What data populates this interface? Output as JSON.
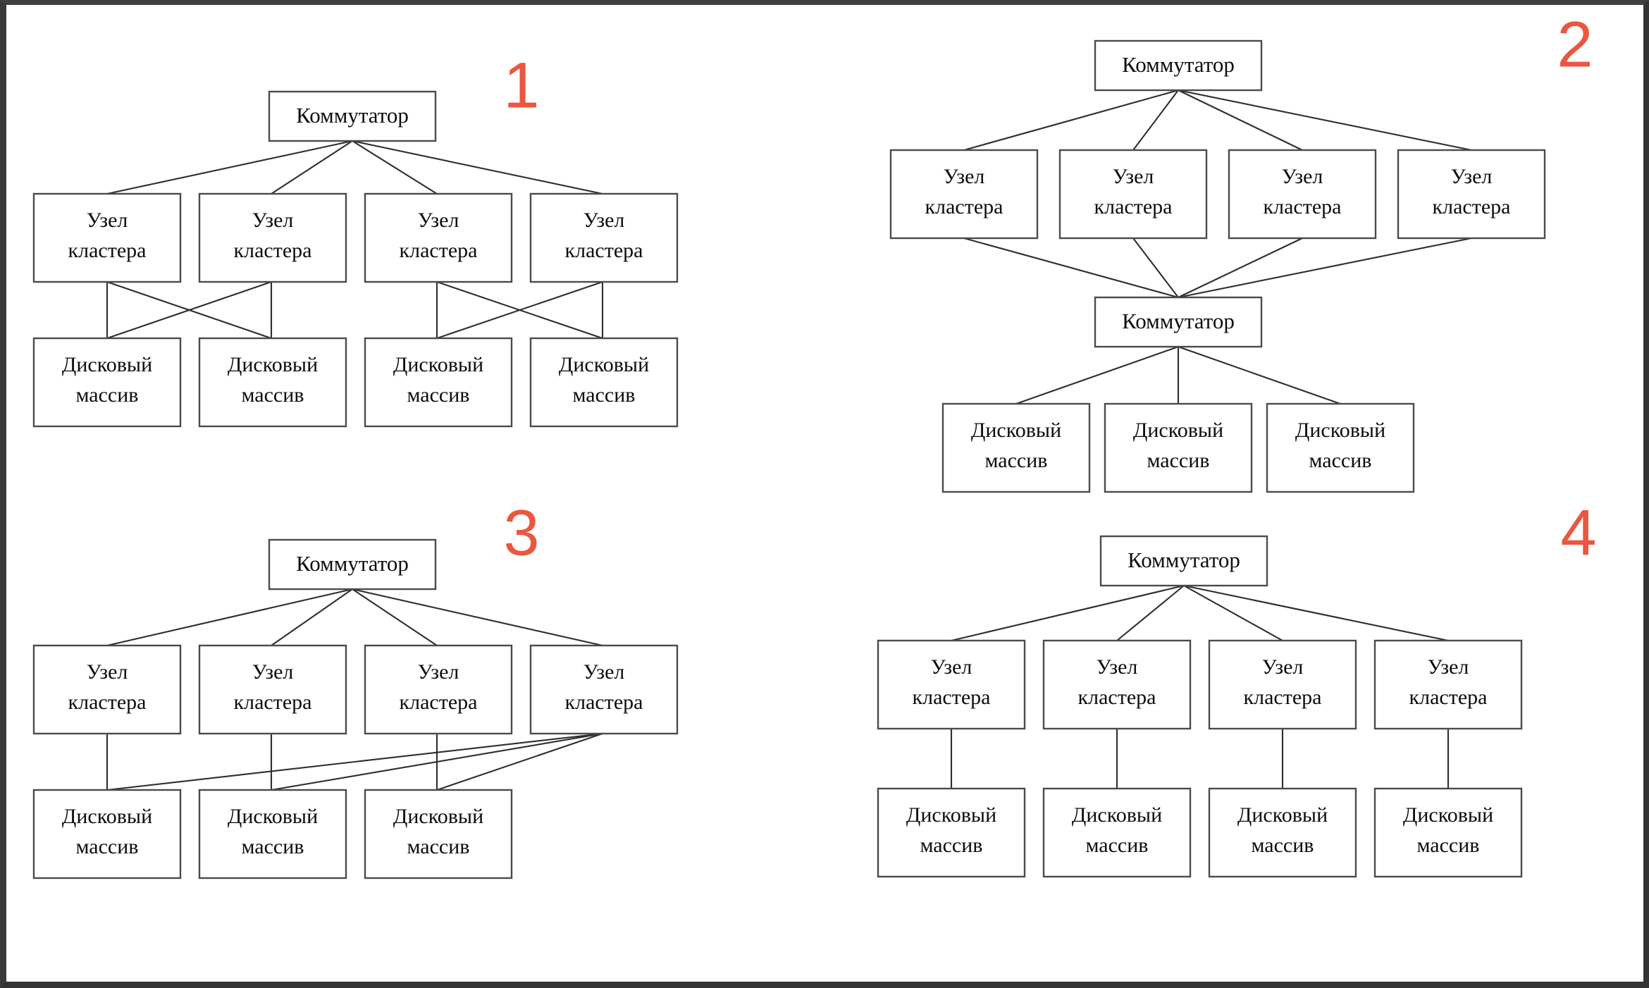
{
  "labels": {
    "switch": "Коммутатор",
    "cluster_node_line1": "Узел",
    "cluster_node_line2": "кластера",
    "disk_array_line1": "Дисковый",
    "disk_array_line2": "массив"
  },
  "colors": {
    "number": "#ea5740",
    "box_stroke": "#4b4b4b",
    "line": "#2e2e2e",
    "background": "#ffffff",
    "frame": "#3a3a3a"
  },
  "panels": [
    {
      "number": "1",
      "description": "Один коммутатор, четыре узла кластера, четыре дисковых массива с перекрёстными связями",
      "switches": 1,
      "cluster_nodes": 4,
      "disk_arrays": 4,
      "topology": "switch-to-all-nodes; nodes cross-connected in pairs to disk arrays"
    },
    {
      "number": "2",
      "description": "Два коммутатора, четыре узла кластера, три дисковых массива",
      "switches": 2,
      "cluster_nodes": 4,
      "disk_arrays": 3,
      "topology": "top switch to all nodes; all nodes to bottom switch; bottom switch to all disk arrays"
    },
    {
      "number": "3",
      "description": "Один коммутатор, четыре узла кластера, три дисковых массива; четвёртый узел связан со всеми массивами",
      "switches": 1,
      "cluster_nodes": 4,
      "disk_arrays": 3,
      "topology": "switch to all nodes; nodes 1-3 vertical to own array; node 4 fans to all three arrays"
    },
    {
      "number": "4",
      "description": "Один коммутатор, четыре узла кластера, четыре дисковых массива; прямые связи",
      "switches": 1,
      "cluster_nodes": 4,
      "disk_arrays": 4,
      "topology": "switch to all nodes; each node directly to its own disk array"
    }
  ]
}
